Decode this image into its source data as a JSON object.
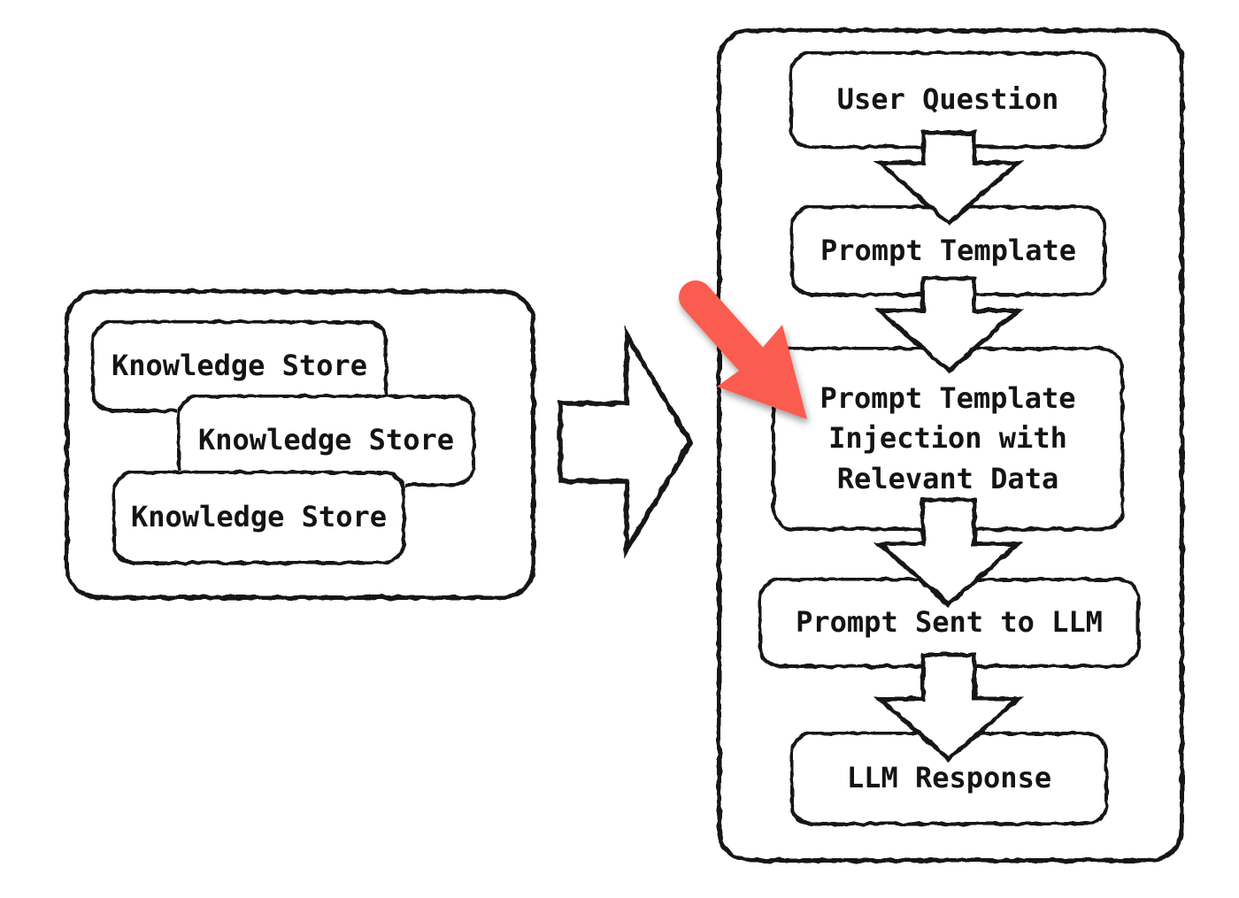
{
  "left_panel": {
    "knowledge_stores": [
      {
        "label": "Knowledge Store"
      },
      {
        "label": "Knowledge Store"
      },
      {
        "label": "Knowledge Store"
      }
    ]
  },
  "right_panel": {
    "steps": [
      {
        "label": "User Question"
      },
      {
        "label": "Prompt Template"
      },
      {
        "label": "Prompt Template\nInjection with\nRelevant Data"
      },
      {
        "label": "Prompt Sent to LLM"
      },
      {
        "label": "LLM Response"
      }
    ]
  },
  "colors": {
    "ink": "#141414",
    "highlight_arrow": "#fa5c50",
    "background": "#ffffff"
  }
}
